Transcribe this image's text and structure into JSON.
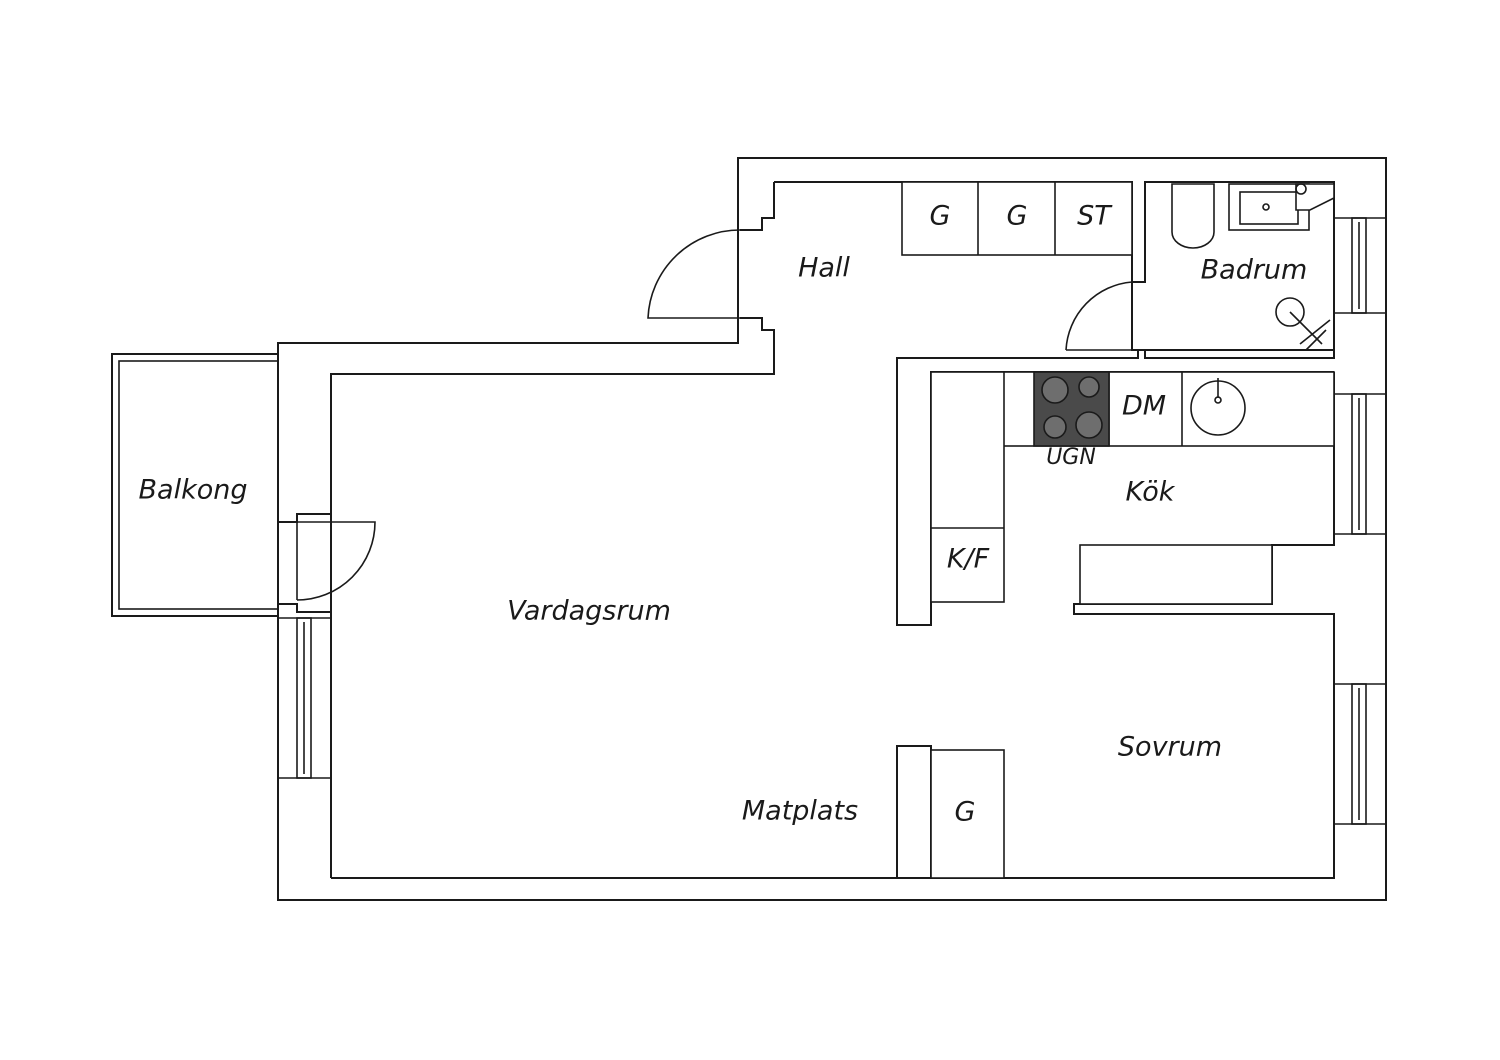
{
  "plan": {
    "rooms": {
      "hall": "Hall",
      "badrum": "Badrum",
      "kok": "Kök",
      "vardagsrum": "Vardagsrum",
      "balkong": "Balkong",
      "sovrum": "Sovrum",
      "matplats": "Matplats"
    },
    "fixtures": {
      "hall_g1": "G",
      "hall_g2": "G",
      "hall_st": "ST",
      "dm": "DM",
      "ugn": "UGN",
      "kf": "K/F",
      "sovrum_g": "G"
    },
    "colors": {
      "line": "#1a1a1a",
      "hob": "#4a4a4a",
      "background": "#ffffff"
    }
  }
}
